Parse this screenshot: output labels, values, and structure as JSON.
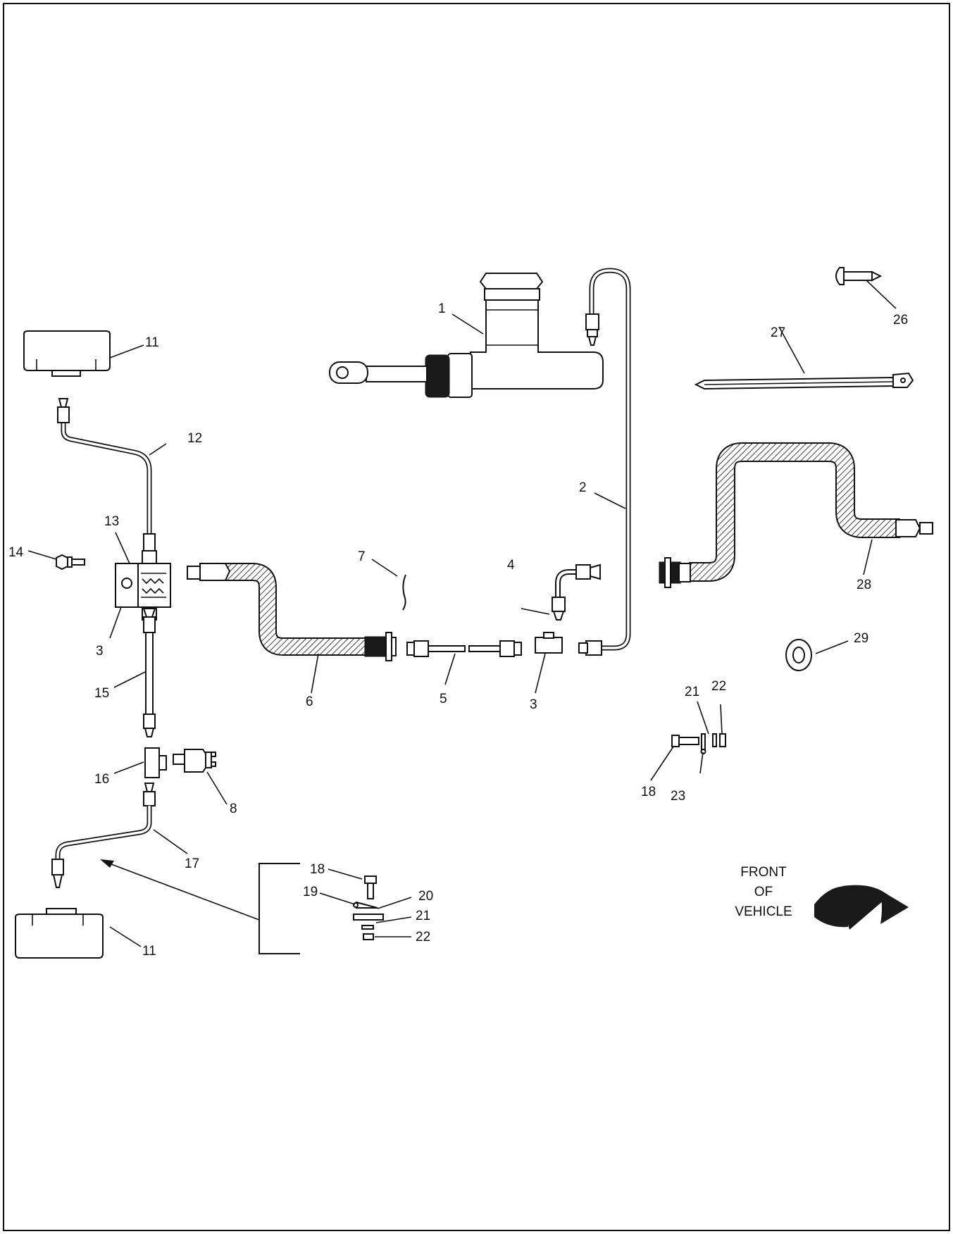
{
  "callouts": {
    "c1": "1",
    "c2": "2",
    "c3a": "3",
    "c3b": "3",
    "c4": "4",
    "c5": "5",
    "c6": "6",
    "c7": "7",
    "c8": "8",
    "c11a": "11",
    "c11b": "11",
    "c12": "12",
    "c13": "13",
    "c14": "14",
    "c15": "15",
    "c16": "16",
    "c17": "17",
    "c18a": "18",
    "c18b": "18",
    "c19": "19",
    "c20": "20",
    "c21a": "21",
    "c21b": "21",
    "c22a": "22",
    "c22b": "22",
    "c23": "23",
    "c26": "26",
    "c27": "27",
    "c28": "28",
    "c29": "29"
  },
  "front_label": {
    "line1": "FRONT",
    "line2": "OF",
    "line3": "VEHICLE"
  }
}
